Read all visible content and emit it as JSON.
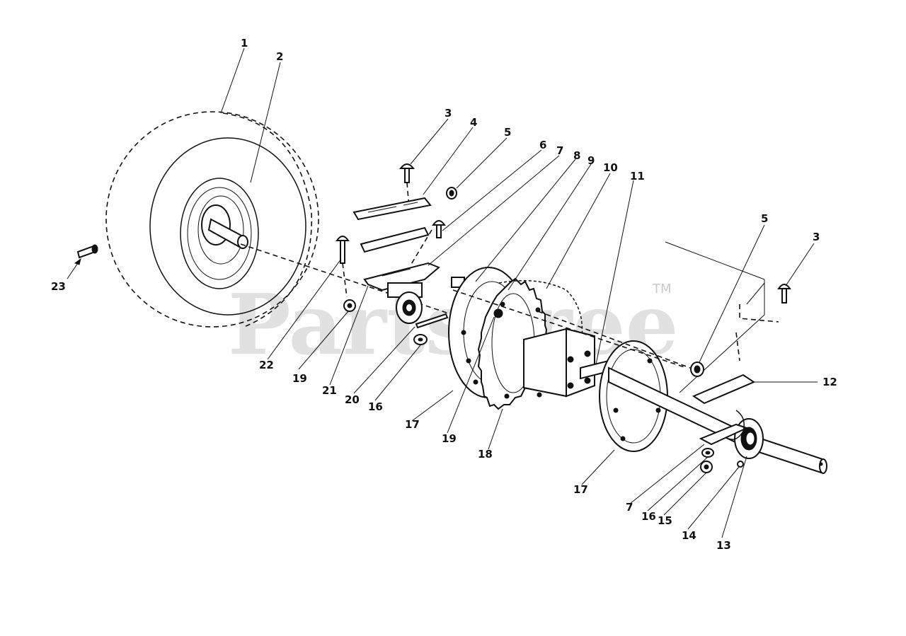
{
  "watermark": {
    "text": "PartsTree",
    "trademark": "TM"
  },
  "callouts": {
    "c1": "1",
    "c2": "2",
    "c3a": "3",
    "c4": "4",
    "c5a": "5",
    "c6": "6",
    "c7a": "7",
    "c8": "8",
    "c9": "9",
    "c10": "10",
    "c11": "11",
    "c5b": "5",
    "c3b": "3",
    "c12": "12",
    "c13": "13",
    "c14": "14",
    "c15": "15",
    "c16a": "16",
    "c7b": "7",
    "c17a": "17",
    "c18": "18",
    "c19a": "19",
    "c17b": "17",
    "c16b": "16",
    "c20": "20",
    "c21": "21",
    "c19b": "19",
    "c22": "22",
    "c23": "23"
  }
}
